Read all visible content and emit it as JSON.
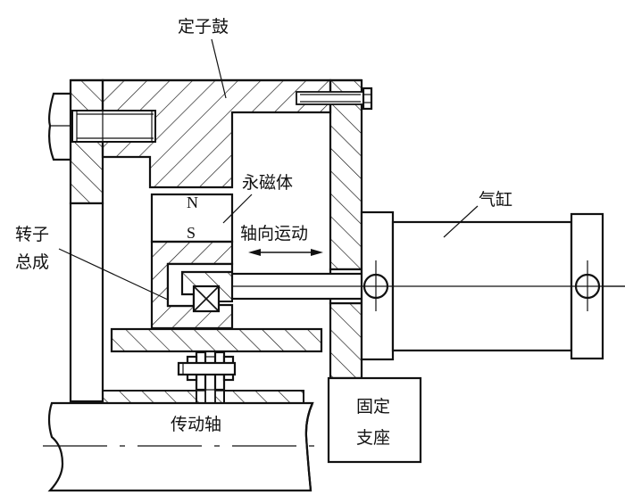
{
  "figure": {
    "title": "Axial-motion permanent-magnet coupling schematic",
    "type": "mechanical cross-section diagram"
  },
  "labels": {
    "stator_drum": "定子鼓",
    "permanent_magnet": "永磁体",
    "axial_motion": "轴向运动",
    "rotor_assembly_line1": "转子",
    "rotor_assembly_line2": "总成",
    "cylinder": "气缸",
    "drive_shaft": "传动轴",
    "fixed_support_line1": "固定",
    "fixed_support_line2": "支座",
    "pole_north": "N",
    "pole_south": "S"
  },
  "colors": {
    "line": "#111111",
    "background": "#ffffff"
  }
}
